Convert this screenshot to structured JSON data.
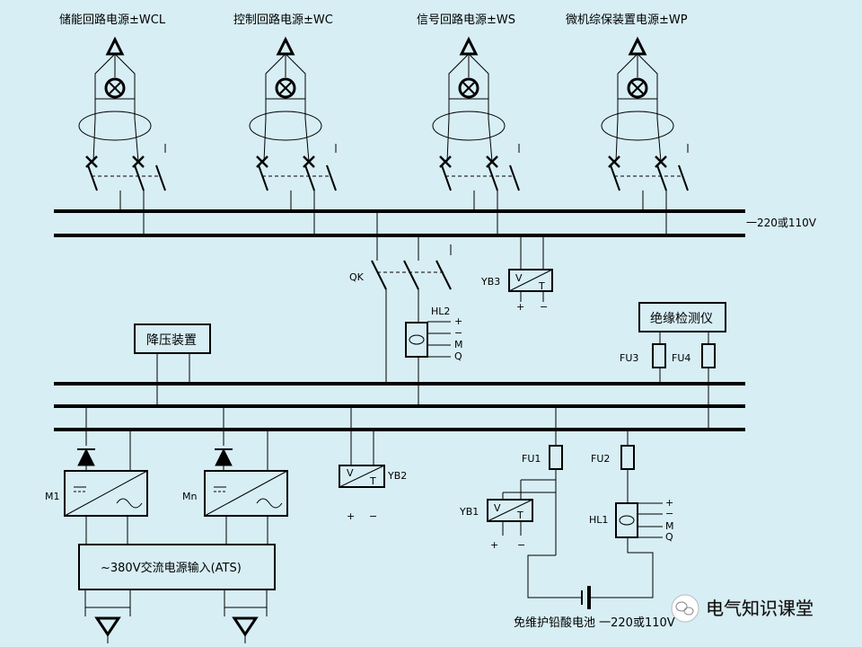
{
  "title_labels": {
    "wcl": "储能回路电源±WCL",
    "wc": "控制回路电源±WC",
    "ws": "信号回路电源±WS",
    "wp": "微机综保装置电源±WP"
  },
  "bus_voltage_label": "⼀220或110V",
  "labels": {
    "qk": "QK",
    "hl2": "HL2",
    "yb3": "YB3",
    "yb2": "YB2",
    "yb1": "YB1",
    "hl1": "HL1",
    "fu1": "FU1",
    "fu2": "FU2",
    "fu3": "FU3",
    "fu4": "FU4",
    "m1": "M1",
    "mn": "Mn",
    "step_down": "降压装置",
    "insulation_monitor": "绝缘检测仪",
    "ac_input": "~380V交流电源输入(ATS)",
    "battery": "免维护铅酸电池 ⼀220或110V",
    "meter_v": "V",
    "meter_t": "T",
    "plus": "+",
    "minus": "−",
    "sig_m": "M",
    "sig_q": "Q",
    "dc_sym": "=",
    "ac_sym": "~",
    "switch_mark": "|"
  },
  "watermark": "电气知识课堂",
  "icons": {
    "feeder": "lamp-circle-icon",
    "ct": "current-transformer-ellipse-icon",
    "terminal": "triangle-terminal-icon",
    "diode": "diode-icon",
    "rectifier": "rectifier-icon",
    "battery": "battery-icon",
    "wechat": "wechat-icon"
  }
}
